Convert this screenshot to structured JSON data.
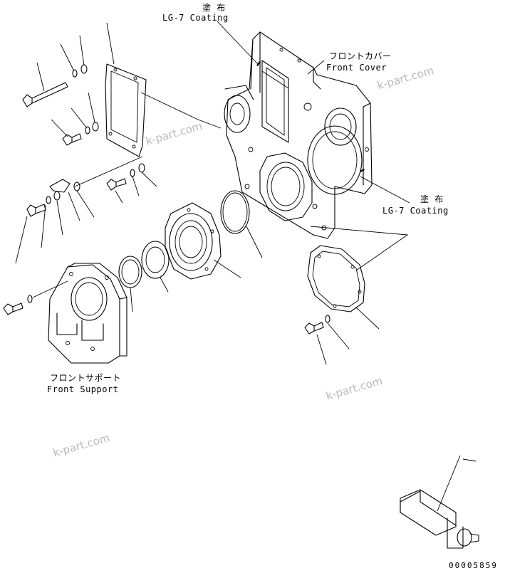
{
  "labels": {
    "coating_top_jp": "塗 布",
    "coating_top_en": "LG-7 Coating",
    "front_cover_jp": "フロントカバー",
    "front_cover_en": "Front Cover",
    "coating_right_jp": "塗 布",
    "coating_right_en": "LG-7 Coating",
    "front_support_jp": "フロントサポート",
    "front_support_en": "Front Support",
    "drawing_number": "00005859"
  },
  "watermarks": [
    "k-part.com",
    "k-part.com",
    "k-part.com",
    "k-part.com"
  ],
  "colors": {
    "line": "#000000",
    "watermark": "#b9b9b9",
    "background": "#ffffff"
  }
}
